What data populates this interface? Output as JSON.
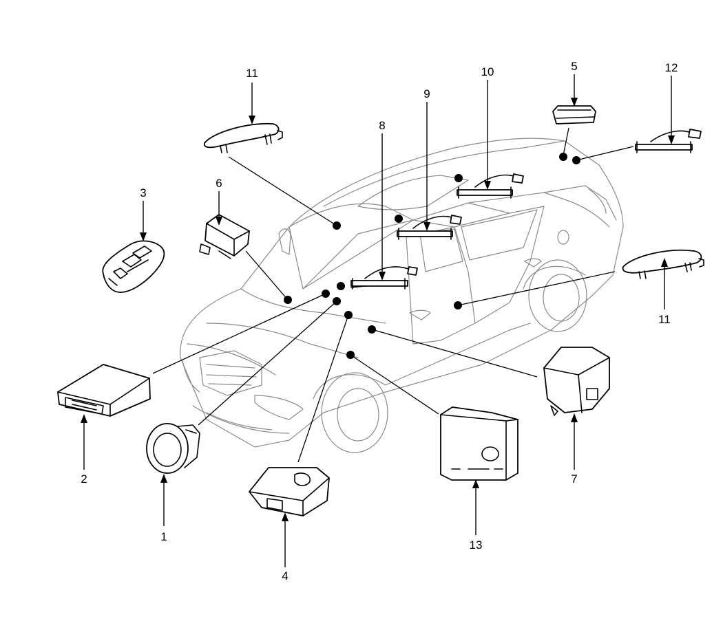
{
  "diagram": {
    "callouts": [
      {
        "id": "c11a",
        "label": "11"
      },
      {
        "id": "c3",
        "label": "3"
      },
      {
        "id": "c6",
        "label": "6"
      },
      {
        "id": "c8",
        "label": "8"
      },
      {
        "id": "c9",
        "label": "9"
      },
      {
        "id": "c10",
        "label": "10"
      },
      {
        "id": "c5",
        "label": "5"
      },
      {
        "id": "c12",
        "label": "12"
      },
      {
        "id": "c11b",
        "label": "11"
      },
      {
        "id": "c2",
        "label": "2"
      },
      {
        "id": "c1",
        "label": "1"
      },
      {
        "id": "c4",
        "label": "4"
      },
      {
        "id": "c13",
        "label": "13"
      },
      {
        "id": "c7",
        "label": "7"
      }
    ]
  }
}
